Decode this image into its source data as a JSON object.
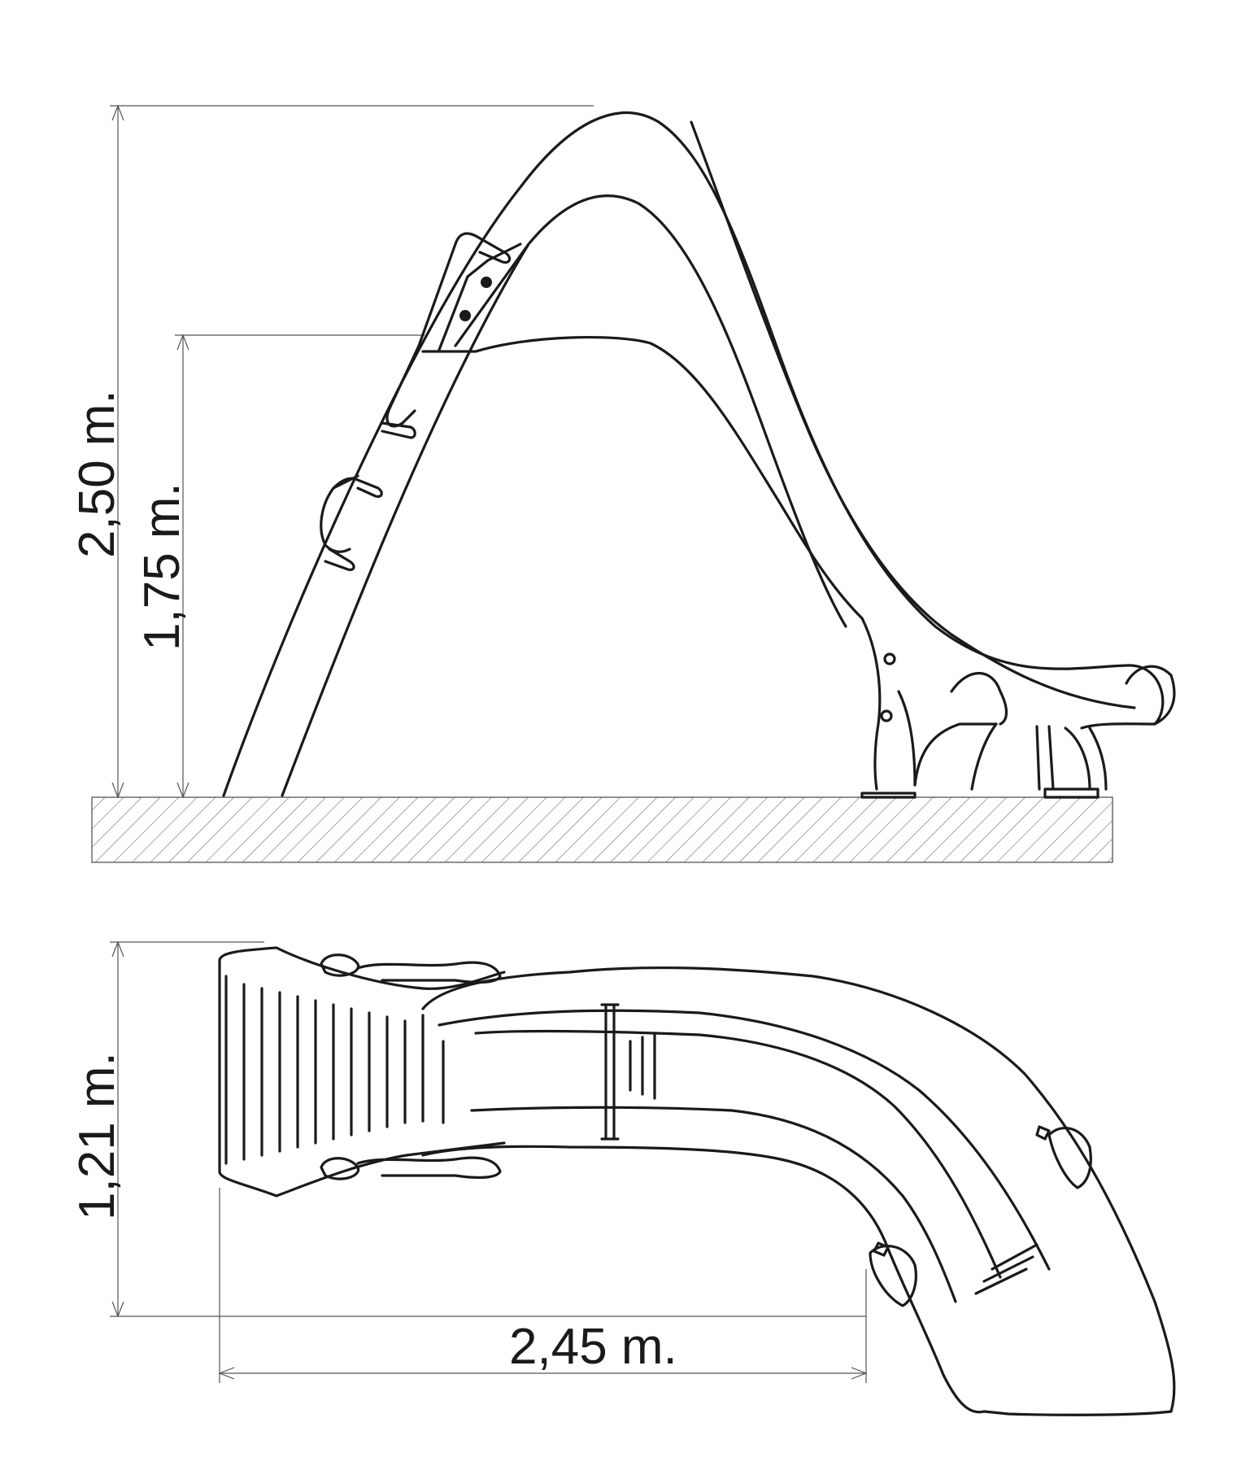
{
  "dimensions": {
    "total_height": "2,50 m.",
    "platform_height": "1,75 m.",
    "width": "1,21 m.",
    "length": "2,45 m."
  }
}
